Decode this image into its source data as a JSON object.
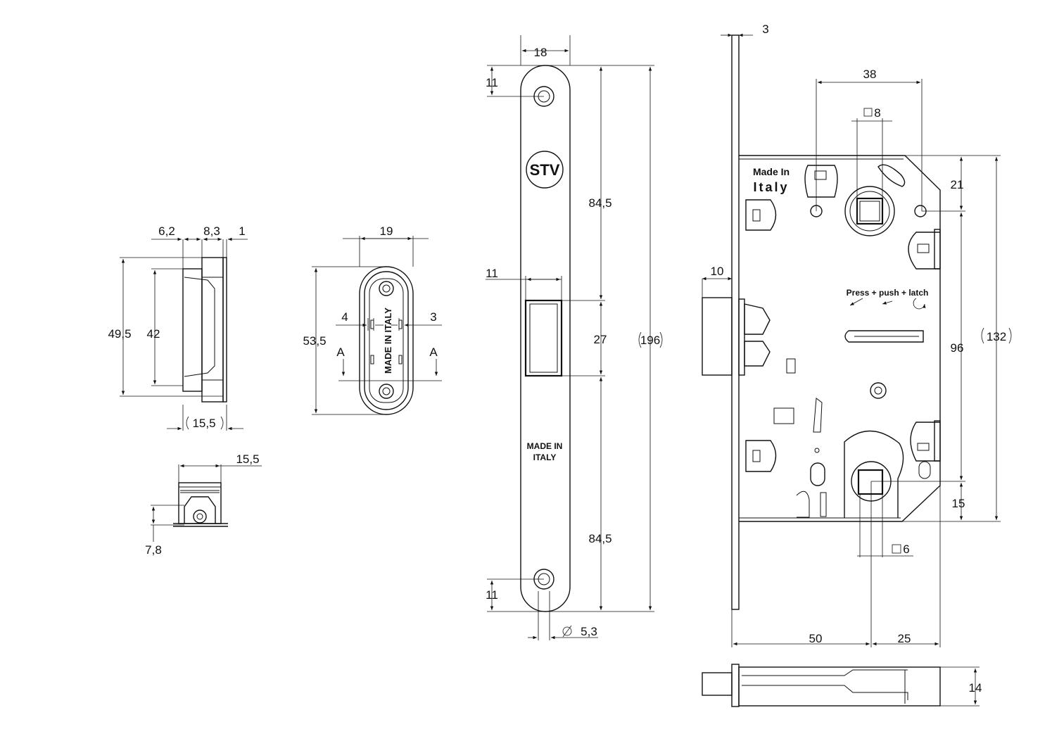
{
  "dims": {
    "strike_side_6_2": "6,2",
    "strike_side_8_3": "8,3",
    "strike_side_1": "1",
    "strike_side_49_5": "49,5",
    "strike_side_42": "42",
    "strike_side_15_5": "15,5",
    "strike_bottom_15_5": "15,5",
    "strike_bottom_7_8": "7,8",
    "strike_front_19": "19",
    "strike_front_53_5": "53,5",
    "strike_front_4": "4",
    "strike_front_3": "3",
    "section_a_left": "A",
    "section_a_right": "A",
    "faceplate_18": "18",
    "faceplate_11_top": "11",
    "faceplate_11_mid": "11",
    "faceplate_11_bottom": "11",
    "faceplate_84_5_top": "84,5",
    "faceplate_27": "27",
    "faceplate_196": "196",
    "faceplate_84_5_bottom": "84,5",
    "faceplate_hole": "5,3",
    "body_3": "3",
    "body_38": "38",
    "body_sq8": "8",
    "body_21": "21",
    "body_10": "10",
    "body_96": "96",
    "body_132": "132",
    "body_15": "15",
    "body_sq6": "6",
    "body_50": "50",
    "body_25": "25",
    "body_14": "14"
  },
  "markings": {
    "strike_made_in_italy": "MADE IN ITALY",
    "faceplate_made_in": "MADE IN",
    "faceplate_italy": "ITALY",
    "faceplate_logo": "STV",
    "body_made_in": "Made In",
    "body_italy": "Italy",
    "body_instruction": "Press + push + latch"
  }
}
